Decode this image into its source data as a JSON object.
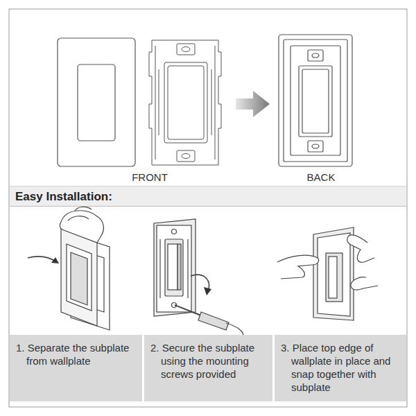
{
  "diagram": {
    "nodes": [
      {
        "text": [
          "Easy Installation:"
        ]
      },
      {
        "text": [
          "1. Separate the subplate from wallplate"
        ]
      },
      {
        "text": [
          "2. Secure the subplate using the mounting screws provided"
        ]
      },
      {
        "text": [
          "3. Place top edge of wallplate in place and snap together with subplate"
        ]
      }
    ],
    "labels": [
      "FRONT",
      "BACK"
    ]
  }
}
